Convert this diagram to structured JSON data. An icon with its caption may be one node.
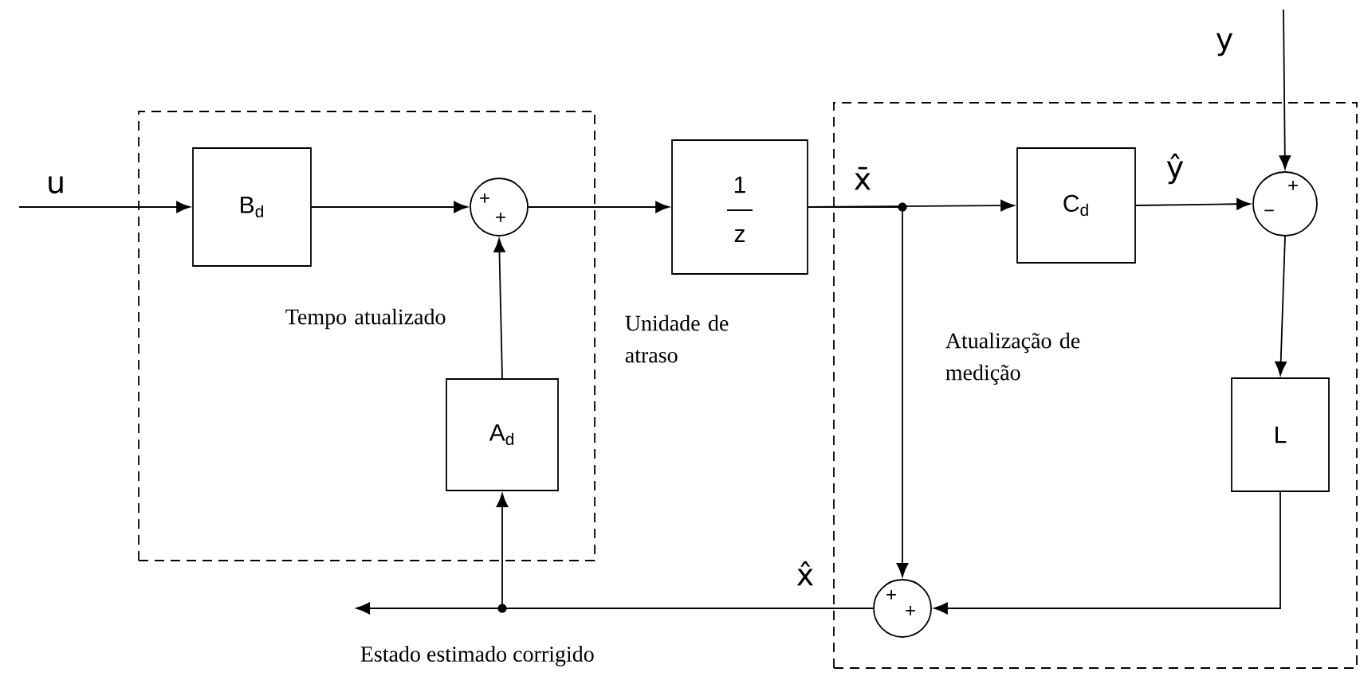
{
  "diagram": {
    "nodes": [
      {
        "text": [
          "Tempo atualizado"
        ]
      },
      {
        "text": [
          "Atualização de medição"
        ]
      },
      {
        "text": [
          "B$_{d}$"
        ],
        "in": 0
      },
      {
        "text": [
          "+",
          "+"
        ],
        "in": 0
      },
      {
        "text": [
          "A$_{d}$"
        ],
        "in": 0
      },
      {
        "text": [
          "1",
          "z"
        ],
        "beside": [
          "Unidade de atraso"
        ]
      },
      {
        "text": [
          "C$_{d}$"
        ],
        "in": 1
      },
      {
        "text": [
          "+",
          "−"
        ],
        "in": 1
      },
      {
        "text": [
          "L"
        ],
        "in": 1
      },
      {
        "text": [
          "+",
          "+"
        ],
        "in": 1
      }
    ],
    "edges": [
      {
        "from": null,
        "to": 2,
        "arrow": "to",
        "label": "u"
      },
      {
        "from": 2,
        "to": 3,
        "arrow": "to"
      },
      {
        "from": 4,
        "to": 3,
        "arrow": "to"
      },
      {
        "from": 3,
        "to": 5,
        "arrow": "to"
      },
      {
        "from": 5,
        "to": 6,
        "arrow": "to",
        "label": "x̄"
      },
      {
        "from": 5,
        "to": 9,
        "arrow": "to"
      },
      {
        "from": 6,
        "to": 7,
        "arrow": "to",
        "label": "ŷ"
      },
      {
        "from": null,
        "to": 7,
        "arrow": "to",
        "label": "y"
      },
      {
        "from": 7,
        "to": 8,
        "arrow": "to"
      },
      {
        "from": 8,
        "to": 9,
        "arrow": "to"
      },
      {
        "from": 9,
        "to": null,
        "arrow": "to",
        "label": "x̂"
      },
      {
        "from": 9,
        "to": 4,
        "arrow": "to"
      }
    ],
    "labels": [
      "Estado estimado corrigido"
    ]
  }
}
